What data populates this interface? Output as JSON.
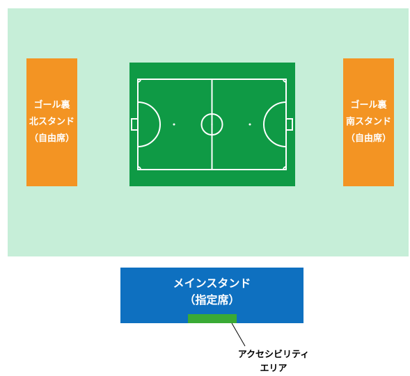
{
  "colors": {
    "venue_bg": "#c6eed8",
    "side_stand": "#f39423",
    "pitch_green": "#0f9a45",
    "pitch_lines": "#ffffff",
    "main_stand": "#0e70c0",
    "accessible_area": "#3aaa35",
    "text_light": "#ffffff",
    "text_dark": "#000000"
  },
  "north_stand": {
    "lines": [
      "ゴール裏",
      "北スタンド",
      "（自由席）"
    ]
  },
  "south_stand": {
    "lines": [
      "ゴール裏",
      "南スタンド",
      "（自由席）"
    ]
  },
  "main_stand": {
    "lines": [
      "メインスタンド",
      "（指定席）"
    ]
  },
  "accessible_area": {
    "lines": [
      "アクセシビリティ",
      "エリア"
    ]
  }
}
